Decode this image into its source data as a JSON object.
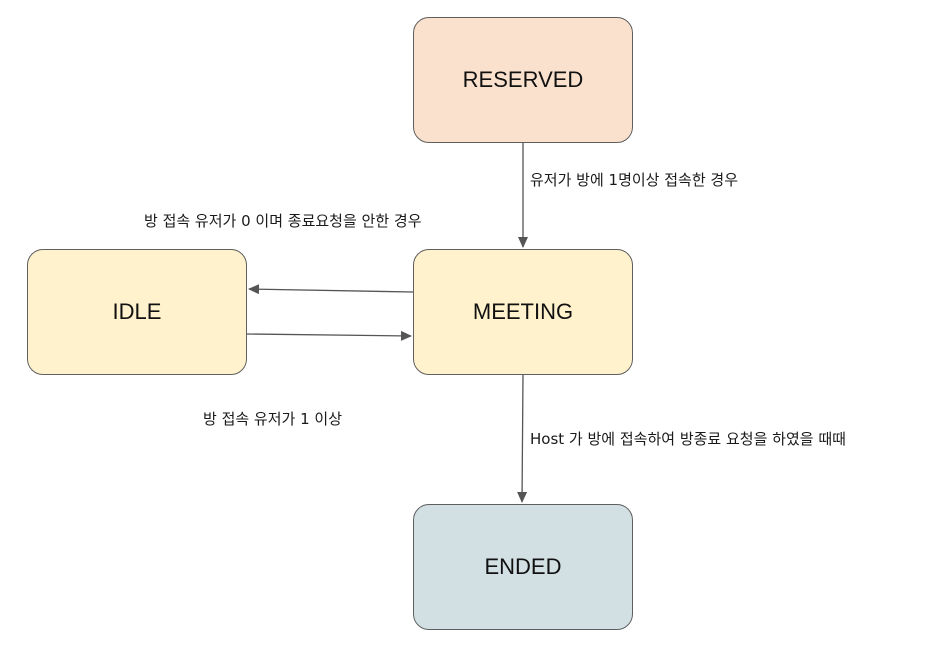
{
  "colors": {
    "reserved_fill": "#fae1cd",
    "meeting_fill": "#fff2cc",
    "idle_fill": "#fff2cc",
    "ended_fill": "#d2e0e4",
    "stroke": "#5f5f5f",
    "edge": "#555555"
  },
  "nodes": {
    "reserved": "RESERVED",
    "meeting": "MEETING",
    "idle": "IDLE",
    "ended": "ENDED"
  },
  "edges": {
    "reserved_to_meeting": "유저가 방에 1명이상 접속한 경우",
    "meeting_to_idle": "방 접속 유저가 0 이며 종료요청을 안한 경우",
    "idle_to_meeting": "방 접속 유저가 1 이상",
    "meeting_to_ended": "Host 가 방에 접속하여 방종료 요청을 하였을 때때"
  }
}
